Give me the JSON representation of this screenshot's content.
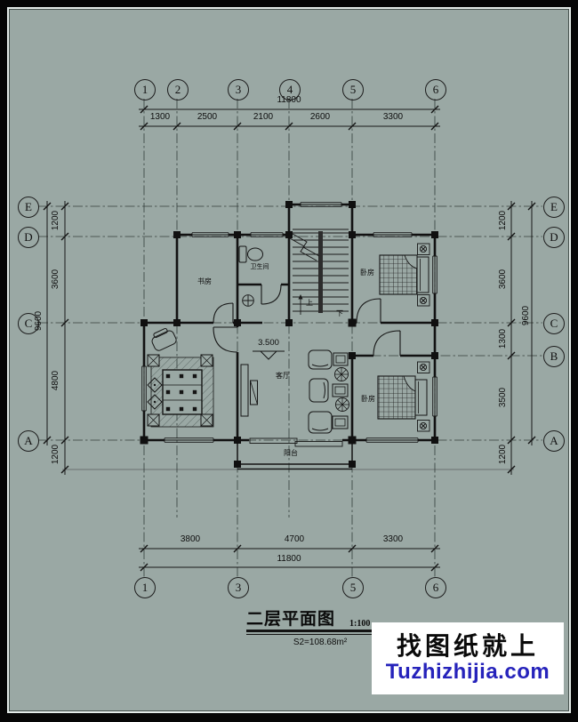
{
  "title_block": {
    "title": "二层平面图",
    "scale": "1:100",
    "area": "S2=108.68m²"
  },
  "watermark": {
    "line1": "找图纸就上",
    "line2": "Tuzhizhijia.com"
  },
  "axes": {
    "top": [
      "1",
      "2",
      "3",
      "4",
      "5",
      "6"
    ],
    "bottom": [
      "1",
      "3",
      "5",
      "6"
    ],
    "left": [
      "E",
      "D",
      "C",
      "A"
    ],
    "right": [
      "E",
      "D",
      "C",
      "B",
      "A"
    ]
  },
  "dims": {
    "top_total": "11800",
    "top_segs": [
      "1300",
      "2500",
      "2100",
      "2600",
      "3300"
    ],
    "bottom_total": "11800",
    "bottom_segs": [
      "3800",
      "4700",
      "3300"
    ],
    "left_total": "9600",
    "left_segs": [
      "1200",
      "3600",
      "4800",
      "1200"
    ],
    "right_total": "9600",
    "right_segs": [
      "1200",
      "3600",
      "1300",
      "3500",
      "1200"
    ]
  },
  "rooms": {
    "study": "书房",
    "bath": "卫生间",
    "bed_top": "卧房",
    "living": "客厅",
    "bed_bottom": "卧房",
    "balcony": "阳台"
  },
  "stairs": {
    "up": "上",
    "down": "下"
  },
  "level": "3.500",
  "colors": {
    "paper": "#9aa8a4",
    "ink": "#141414",
    "watermark_bg": "#ffffff",
    "watermark_cn": "#0a0a0a",
    "watermark_en": "#2623bb"
  }
}
